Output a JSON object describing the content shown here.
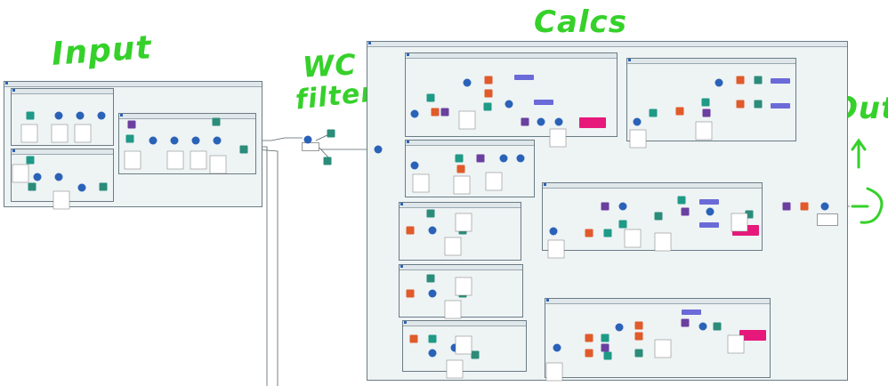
{
  "annotations": {
    "input": "Input",
    "wc_filter_line1": "WC",
    "wc_filter_line2": "filter",
    "calcs": "Calcs",
    "out": "Out"
  },
  "colors": {
    "handwriting": "#35d12a",
    "canvas": "#ffffff",
    "container_bg": "#eef3f4",
    "container_border": "#6b7c86",
    "tool_input": "#1f9a86",
    "tool_prep": "#2a62b8",
    "tool_join": "#6a3fa0",
    "tool_formula": "#e05a2a",
    "tool_browse": "#e6197a",
    "tool_output": "#2b8c7a",
    "comment_box": "#6a6ad8"
  }
}
